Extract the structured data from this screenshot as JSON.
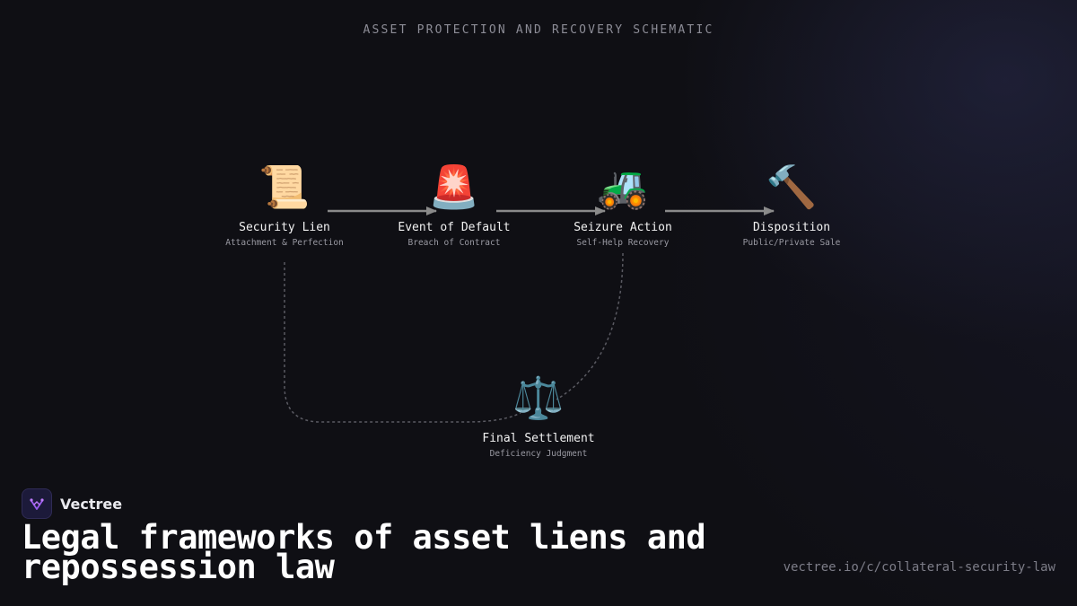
{
  "schematic_title": "ASSET PROTECTION AND RECOVERY SCHEMATIC",
  "nodes": [
    {
      "icon": "scroll-icon",
      "glyph": "📜",
      "label": "Security Lien",
      "sub": "Attachment & Perfection"
    },
    {
      "icon": "siren-icon",
      "glyph": "🚨",
      "label": "Event of Default",
      "sub": "Breach of Contract"
    },
    {
      "icon": "tractor-icon",
      "glyph": "🚜",
      "label": "Seizure Action",
      "sub": "Self-Help Recovery"
    },
    {
      "icon": "hammer-icon",
      "glyph": "🔨",
      "label": "Disposition",
      "sub": "Public/Private Sale"
    },
    {
      "icon": "scales-icon",
      "glyph": "⚖️",
      "label": "Final Settlement",
      "sub": "Deficiency Judgment"
    }
  ],
  "colors": {
    "background": "#0f0f14",
    "arrow": "#8a8a8a",
    "dashed_link": "#5a5a62",
    "brand_accent": "#9b5cf0"
  },
  "brand": {
    "name": "Vectree",
    "logo_icon": "vectree-logo-icon"
  },
  "headline": "Legal frameworks of asset liens and repossession law",
  "url": "vectree.io/c/collateral-security-law"
}
